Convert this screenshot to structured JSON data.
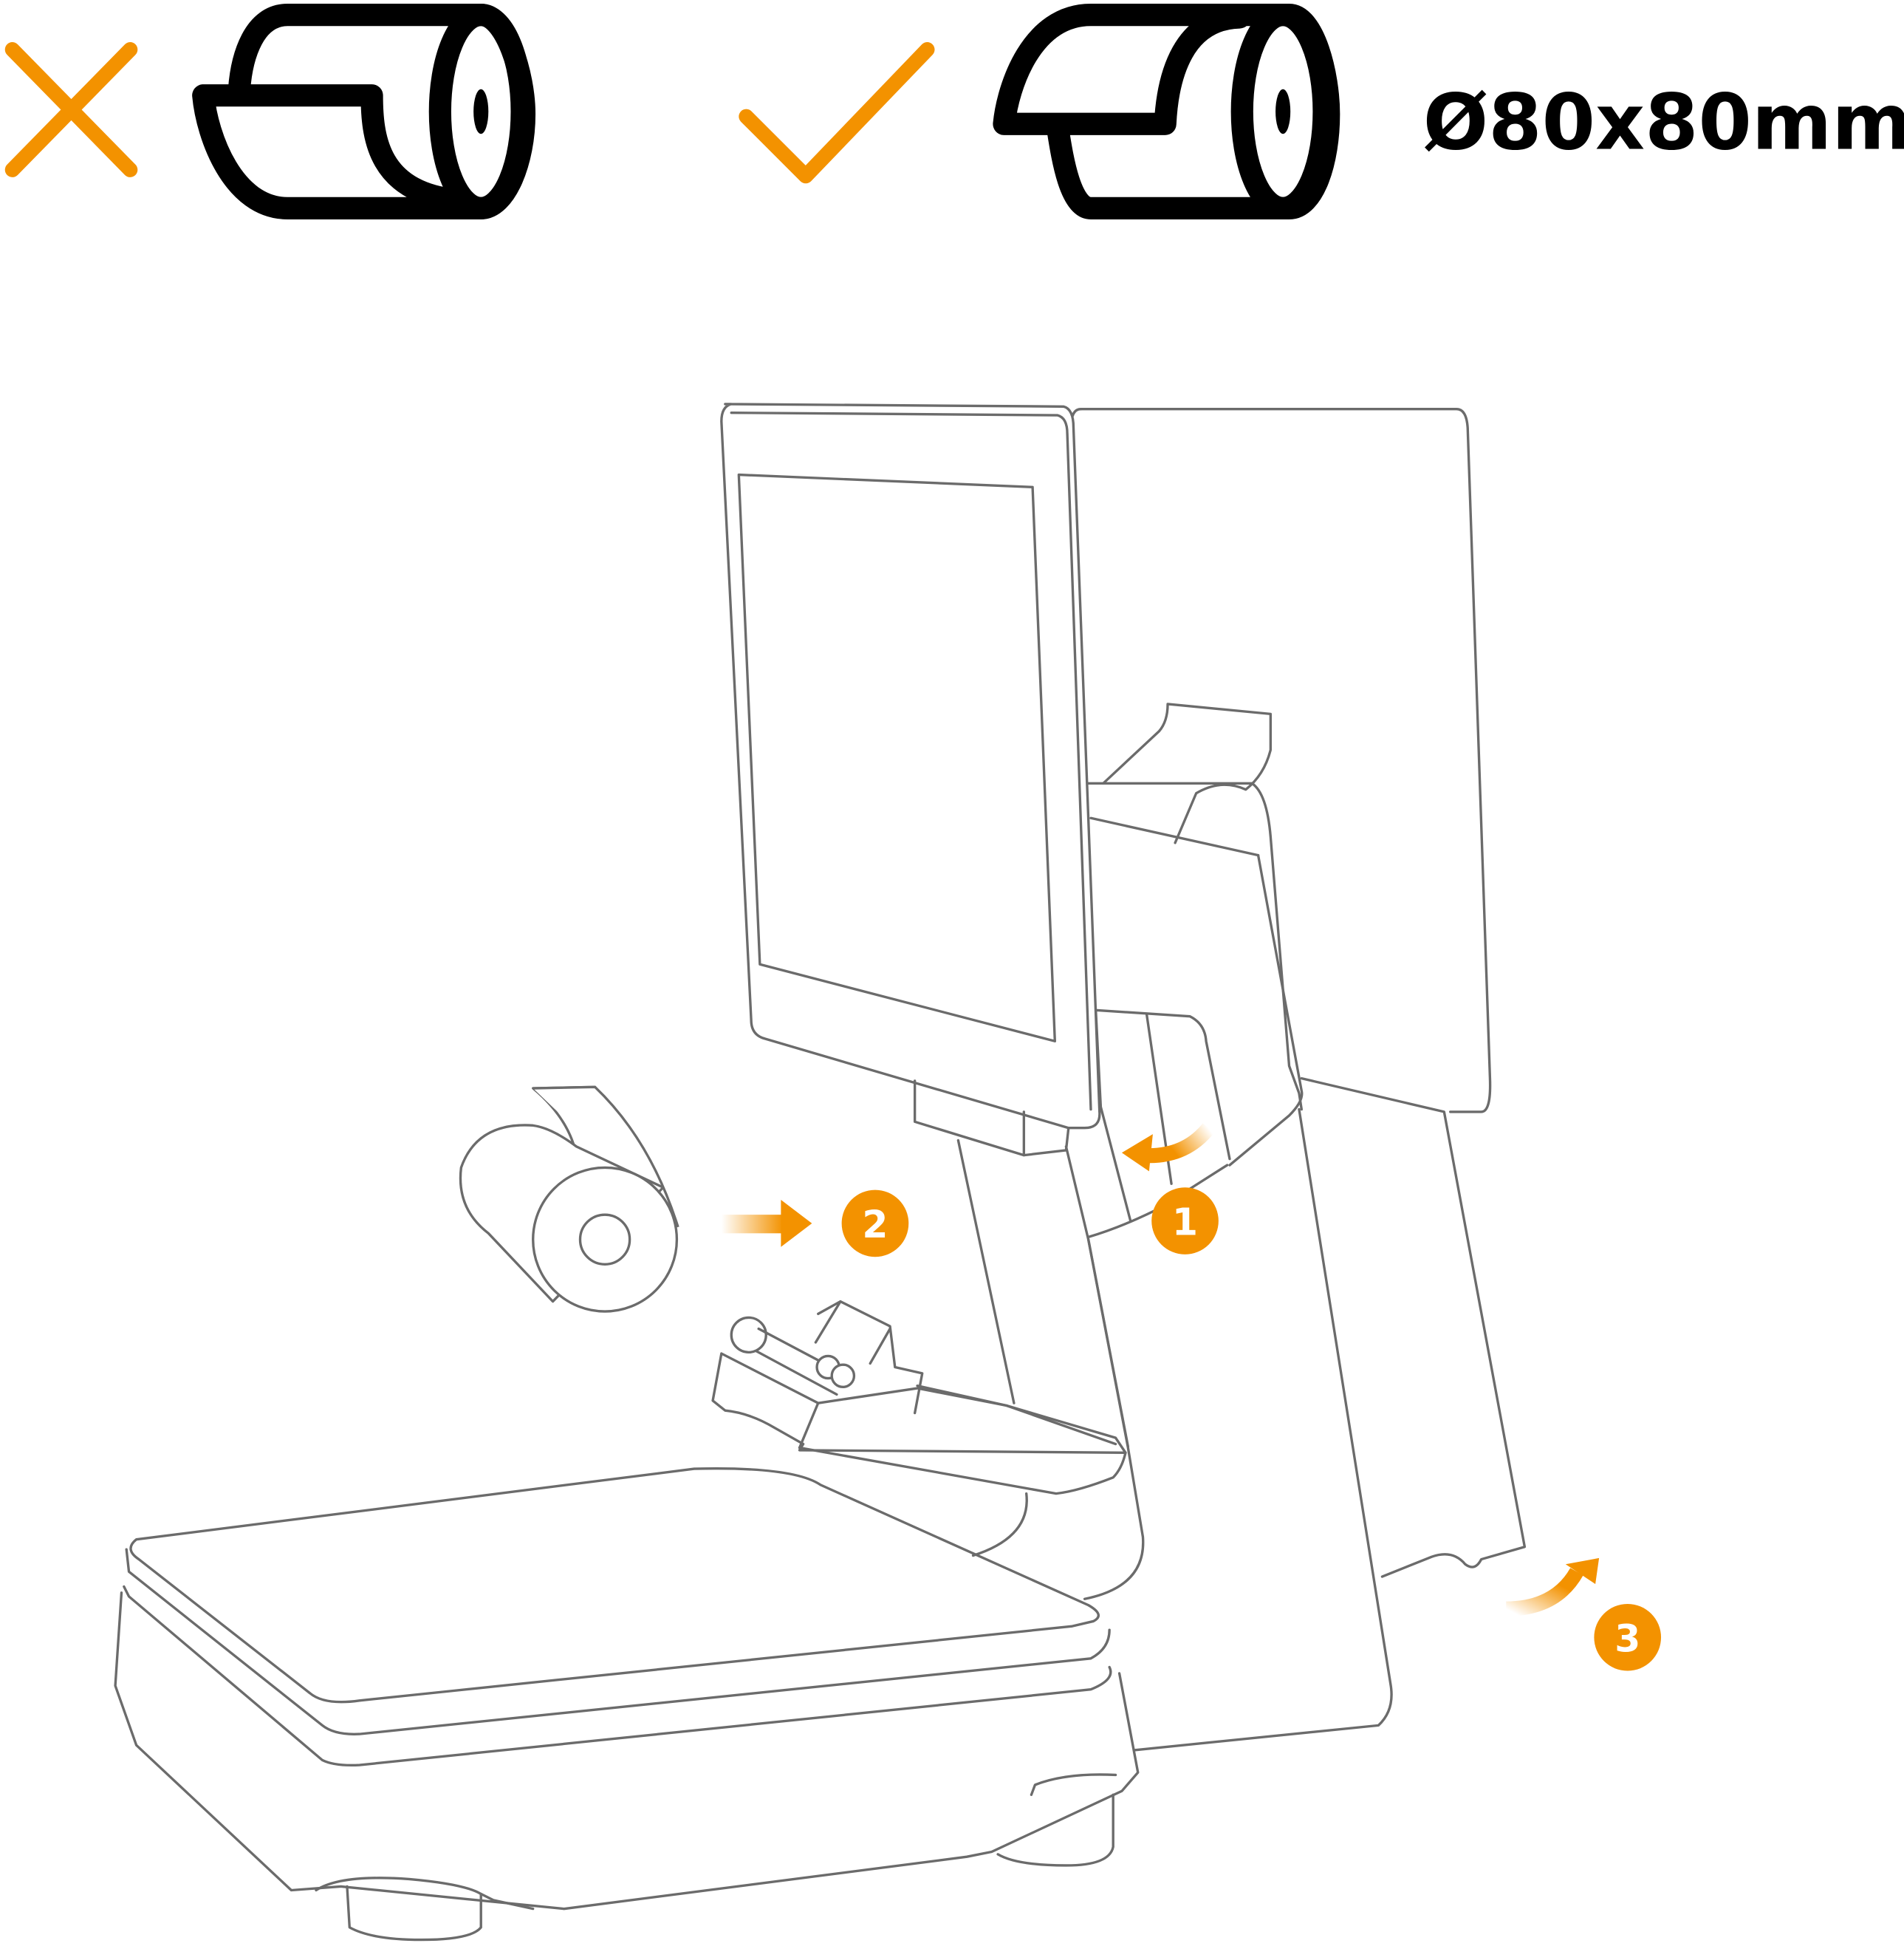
{
  "legend": {
    "wrong_icon": "cross-icon",
    "wrong_roll": "paper-roll-outward-icon",
    "correct_icon": "check-icon",
    "correct_roll": "paper-roll-inward-icon",
    "size_label": "Ø80x80mm",
    "accent_color": "#F39200"
  },
  "steps": [
    {
      "number": "1",
      "icon": "curved-arrow-left-icon",
      "description_hint": "open printer cover"
    },
    {
      "number": "2",
      "icon": "arrow-right-icon",
      "description_hint": "insert paper roll"
    },
    {
      "number": "3",
      "icon": "curved-arrow-up-icon",
      "description_hint": "close cover"
    }
  ],
  "colors": {
    "accent": "#F39200",
    "line": "#6b6b6b",
    "icon": "#000000",
    "background": "#ffffff"
  }
}
